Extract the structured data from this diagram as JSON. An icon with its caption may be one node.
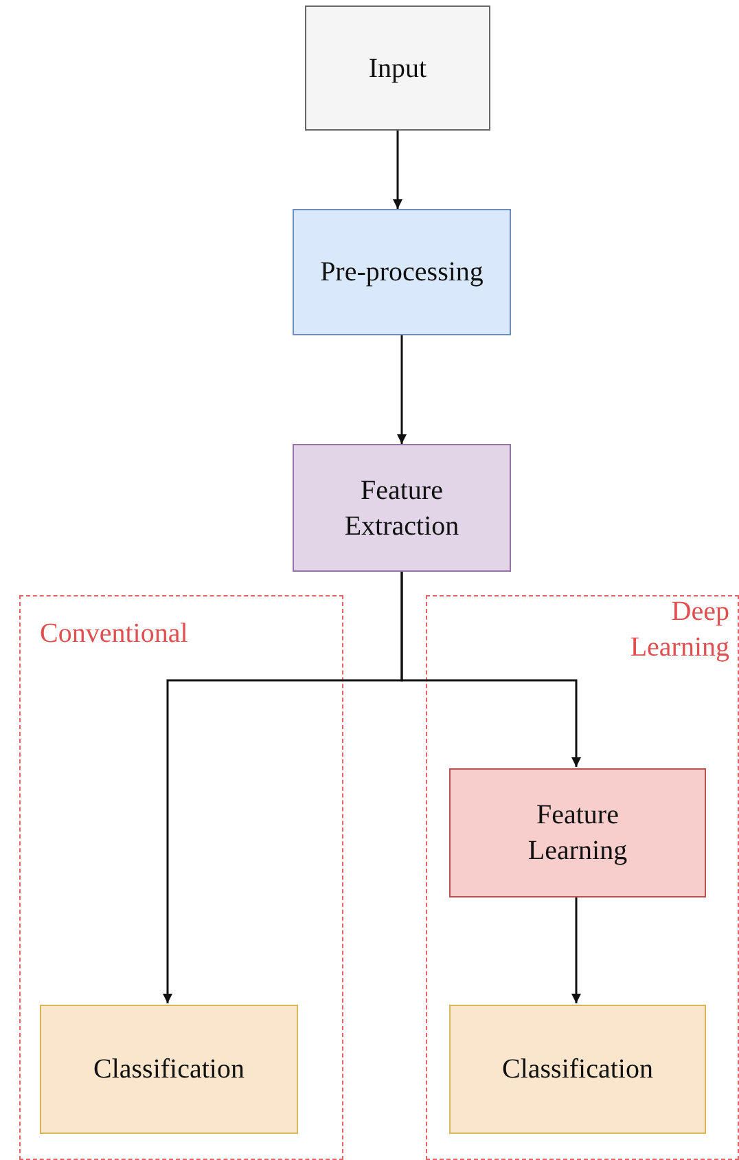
{
  "diagram": {
    "nodes": [
      {
        "text": [
          "Input"
        ]
      },
      {
        "text": [
          "Pre-processing"
        ]
      },
      {
        "text": [
          "Feature Extraction"
        ]
      },
      {
        "text": [
          "Conventional"
        ]
      },
      {
        "text": [
          "Deep Learning"
        ]
      },
      {
        "text": [
          "Feature Learning"
        ],
        "in": 4
      },
      {
        "text": [
          "Classification"
        ],
        "in": 3
      },
      {
        "text": [
          "Classification"
        ],
        "in": 4
      }
    ],
    "edges": [
      {
        "from": 0,
        "to": 1,
        "arrow": "to"
      },
      {
        "from": 1,
        "to": 2,
        "arrow": "to"
      },
      {
        "from": 2,
        "to": 6,
        "arrow": "to"
      },
      {
        "from": 2,
        "to": 5,
        "arrow": "to"
      },
      {
        "from": 5,
        "to": 7,
        "arrow": "to"
      }
    ]
  }
}
